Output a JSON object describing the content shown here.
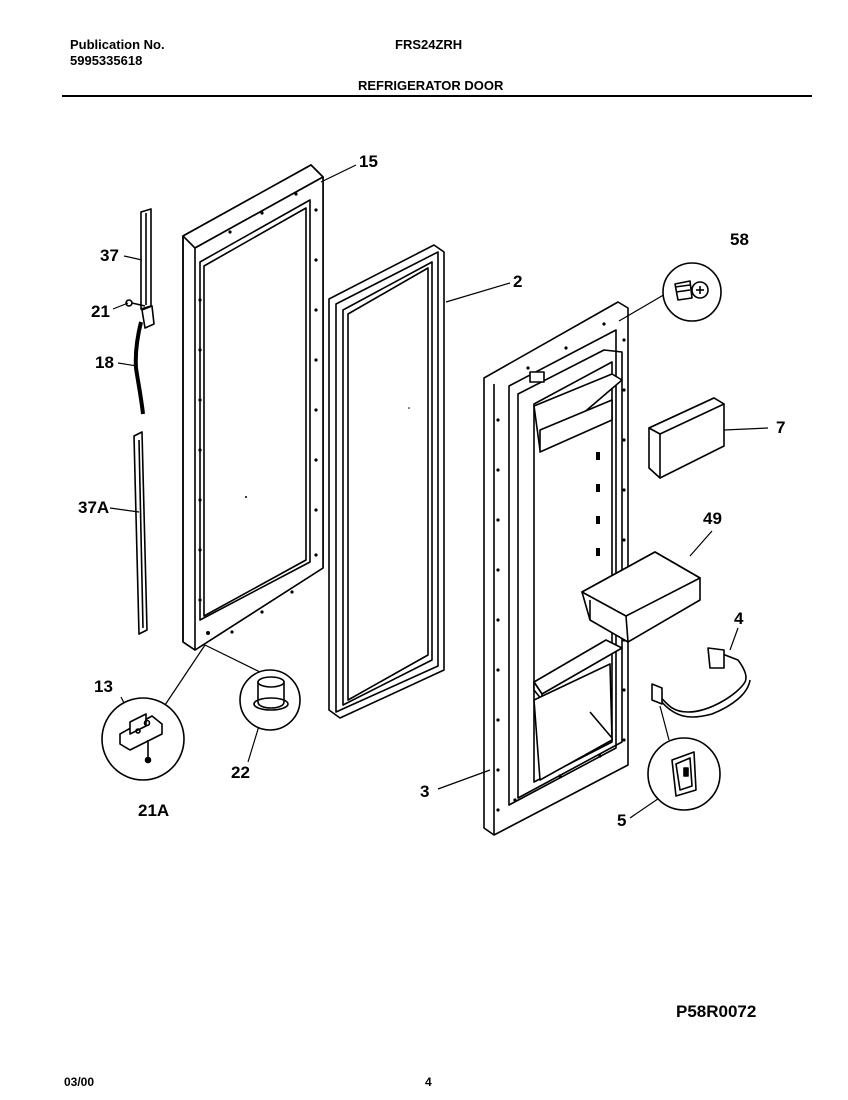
{
  "header": {
    "publication_label": "Publication No.",
    "publication_number": "5995335618",
    "model": "FRS24ZRH",
    "section_title": "REFRIGERATOR DOOR"
  },
  "callouts": {
    "c15": "15",
    "c37": "37",
    "c21": "21",
    "c18": "18",
    "c37a": "37A",
    "c13": "13",
    "c21a": "21A",
    "c22": "22",
    "c2": "2",
    "c58": "58",
    "c7": "7",
    "c49": "49",
    "c4": "4",
    "c3": "3",
    "c5": "5"
  },
  "drawing_id": "P58R0072",
  "footer": {
    "date": "03/00",
    "page": "4"
  }
}
